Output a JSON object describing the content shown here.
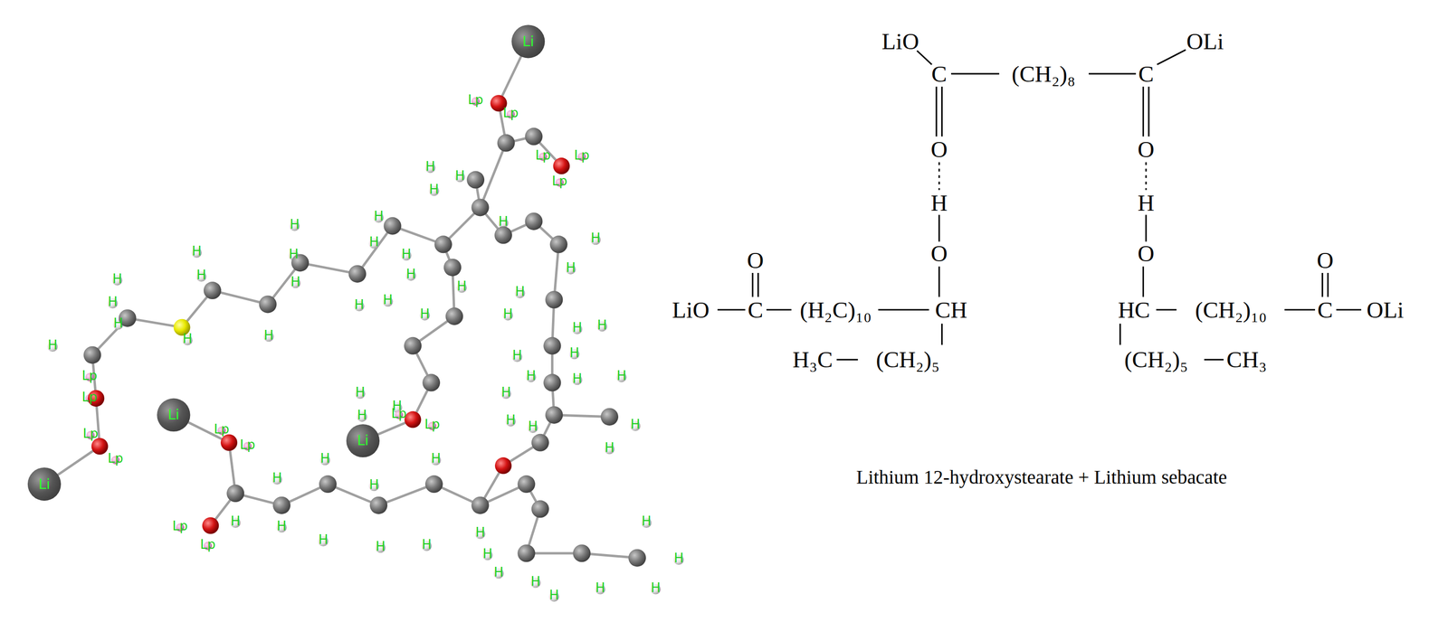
{
  "diagram": {
    "caption": "Lithium 12-hydroxystearate + Lithium sebacate",
    "nodes": [
      {
        "text": [
          "Li"
        ]
      },
      {
        "text": [
          "Li"
        ]
      },
      {
        "text": [
          "Li"
        ]
      },
      {
        "text": [
          "Li"
        ]
      }
    ],
    "labels": [
      "H",
      "H",
      "H",
      "H",
      "H",
      "H",
      "H",
      "H",
      "H",
      "H",
      "H",
      "H",
      "H",
      "H",
      "H",
      "H",
      "H",
      "H",
      "H",
      "H",
      "H",
      "H",
      "H",
      "H",
      "H",
      "H",
      "H",
      "H",
      "H",
      "H",
      "H",
      "H",
      "H",
      "H",
      "H",
      "H",
      "H",
      "H",
      "H",
      "H",
      "H",
      "H",
      "H",
      "H",
      "H",
      "H",
      "H",
      "H",
      "H",
      "H",
      "H",
      "H",
      "H",
      "H",
      "H",
      "H",
      "H",
      "H",
      "H",
      "H",
      "Lp",
      "Lp",
      "Lp",
      "Lp",
      "Lp",
      "Lp",
      "Lp",
      "Lp",
      "Lp",
      "Lp",
      "Lp",
      "Lp",
      "Lp",
      "Lp",
      "Lp",
      "LiO",
      "OLi",
      "C",
      "(CH₂)₈",
      "C",
      "O",
      "O",
      "H",
      "H",
      "O",
      "O",
      "O",
      "O",
      "LiO",
      "C",
      "(H₂C)₁₀",
      "CH",
      "HC",
      "(CH₂)₁₀",
      "C",
      "OLi",
      "H₃C",
      "(CH₂)₅",
      "(CH₂)₅",
      "CH₃"
    ]
  }
}
